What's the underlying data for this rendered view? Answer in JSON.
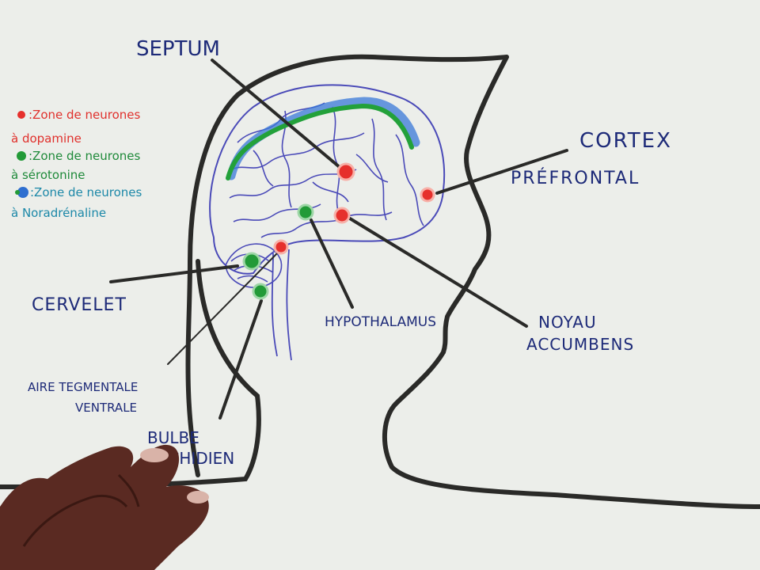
{
  "legend": {
    "items": [
      {
        "marker": "red",
        "line1": ":Zone de neurones",
        "line2": "à dopamine",
        "color": "#e0302c"
      },
      {
        "marker": "green",
        "line1": ":Zone de neurones",
        "line2": "à sérotonine",
        "color": "#1f8a3a"
      },
      {
        "marker": "blue-green",
        "line1": ":Zone de neurones",
        "line2": "à Noradrénaline",
        "color": "#1c88a8"
      }
    ]
  },
  "labels": {
    "septum": "SEPTUM",
    "cortex_line1": "CORTEX",
    "cortex_line2": "PRÉFRONTAL",
    "cervelet": "CERVELET",
    "hypothalamus": "HYPOTHALAMUS",
    "noyau_line1": "NOYAU",
    "noyau_line2": "ACCUMBENS",
    "aire_line1": "AIRE TEGMENTALE",
    "aire_line2": "VENTRALE",
    "bulbe_line1": "BULBE",
    "bulbe_line2": "RACHIDIEN"
  },
  "colors": {
    "dopamine": "#e0302c",
    "serotonine": "#1f8a3a",
    "noradrenaline": "#2f6fd0",
    "ink": "#1d2a78",
    "outline": "#2a2a28"
  }
}
